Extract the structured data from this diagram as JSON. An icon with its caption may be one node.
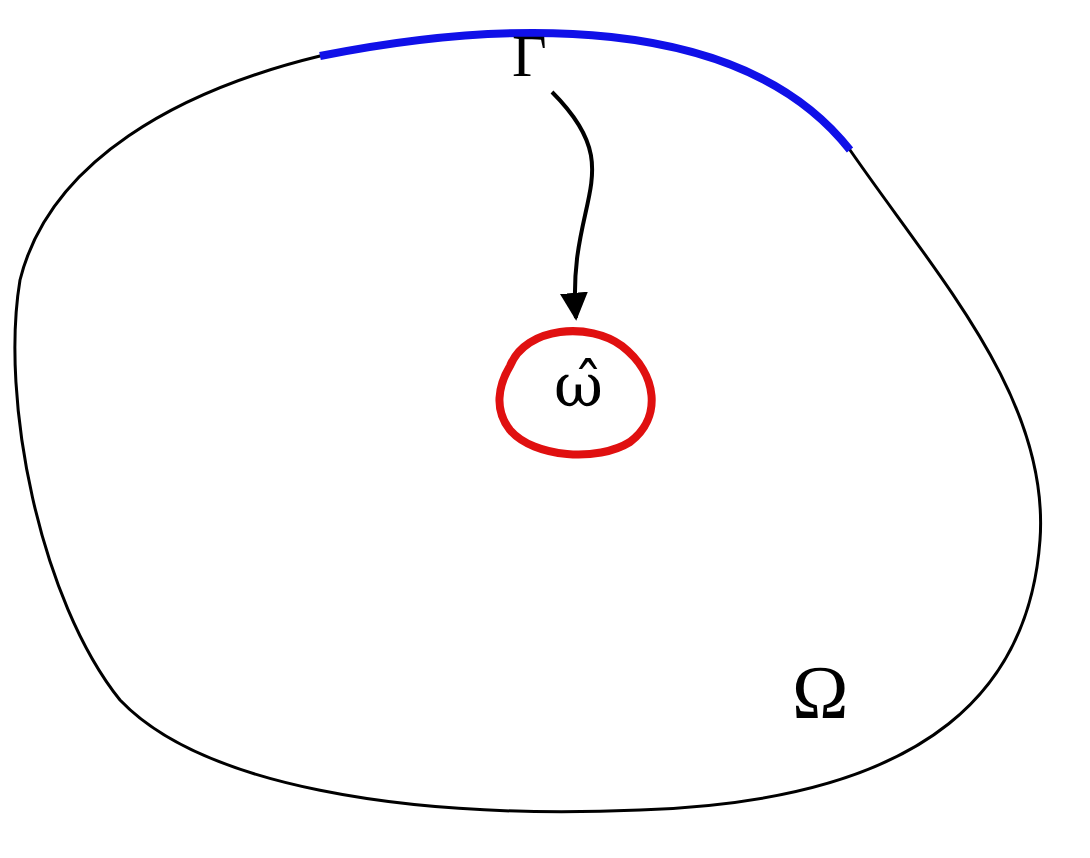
{
  "diagram": {
    "nodes": [
      {
        "text": [
          "Ω"
        ]
      },
      {
        "text": [
          "Γ"
        ],
        "in": 0
      },
      {
        "text": [
          "ω̂"
        ],
        "in": 0
      }
    ],
    "edges": [
      {
        "from": 1,
        "to": 2,
        "arrow": "to"
      }
    ]
  }
}
